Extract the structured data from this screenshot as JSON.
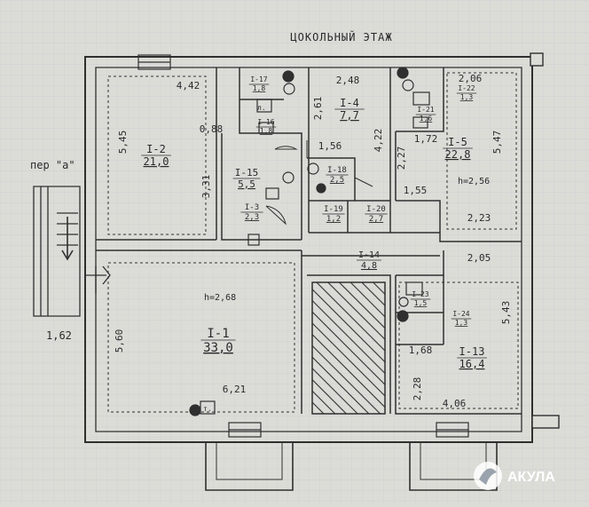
{
  "title": "ЦОКОЛЬНЫЙ ЭТАЖ",
  "lane_label": "пер \"а\"",
  "lane_dim": "1,62",
  "rooms": [
    {
      "id": "I-1",
      "area": "33,0"
    },
    {
      "id": "I-2",
      "area": "21,0"
    },
    {
      "id": "I-3",
      "area": "2,3"
    },
    {
      "id": "I-4",
      "area": "7,7"
    },
    {
      "id": "I-5",
      "area": "22,8"
    },
    {
      "id": "I-13",
      "area": "16,4"
    },
    {
      "id": "I-14",
      "area": "4,8"
    },
    {
      "id": "I-15",
      "area": "5,5"
    },
    {
      "id": "I-16",
      "area": "1,8"
    },
    {
      "id": "I-17",
      "area": "1,8"
    },
    {
      "id": "I-18",
      "area": "2,5"
    },
    {
      "id": "I-19",
      "area": "1,2"
    },
    {
      "id": "I-20",
      "area": "2,7"
    },
    {
      "id": "I-21",
      "area": "1,6"
    },
    {
      "id": "I-22",
      "area": "1,3"
    },
    {
      "id": "I-23",
      "area": "1,5"
    },
    {
      "id": "I-24",
      "area": "1,3"
    }
  ],
  "dimensions": [
    "4,42",
    "5,45",
    "0,88",
    "3,31",
    "2,48",
    "2,61",
    "4,22",
    "1,56",
    "2,06",
    "1,72",
    "2,27",
    "5,47",
    "1,55",
    "2,23",
    "2,05",
    "5,43",
    "1,68",
    "2,28",
    "4,06",
    "5,60",
    "6,21"
  ],
  "heights": [
    "h=2,56",
    "h=2,68"
  ],
  "meter_labels": [
    "л.",
    "т."
  ],
  "watermark": {
    "text": "АКУЛА",
    "color": "#ffffff"
  },
  "colors": {
    "background": "#dcdcd7",
    "grid": "#c9cdd6",
    "lines": "#2f2f2f"
  }
}
